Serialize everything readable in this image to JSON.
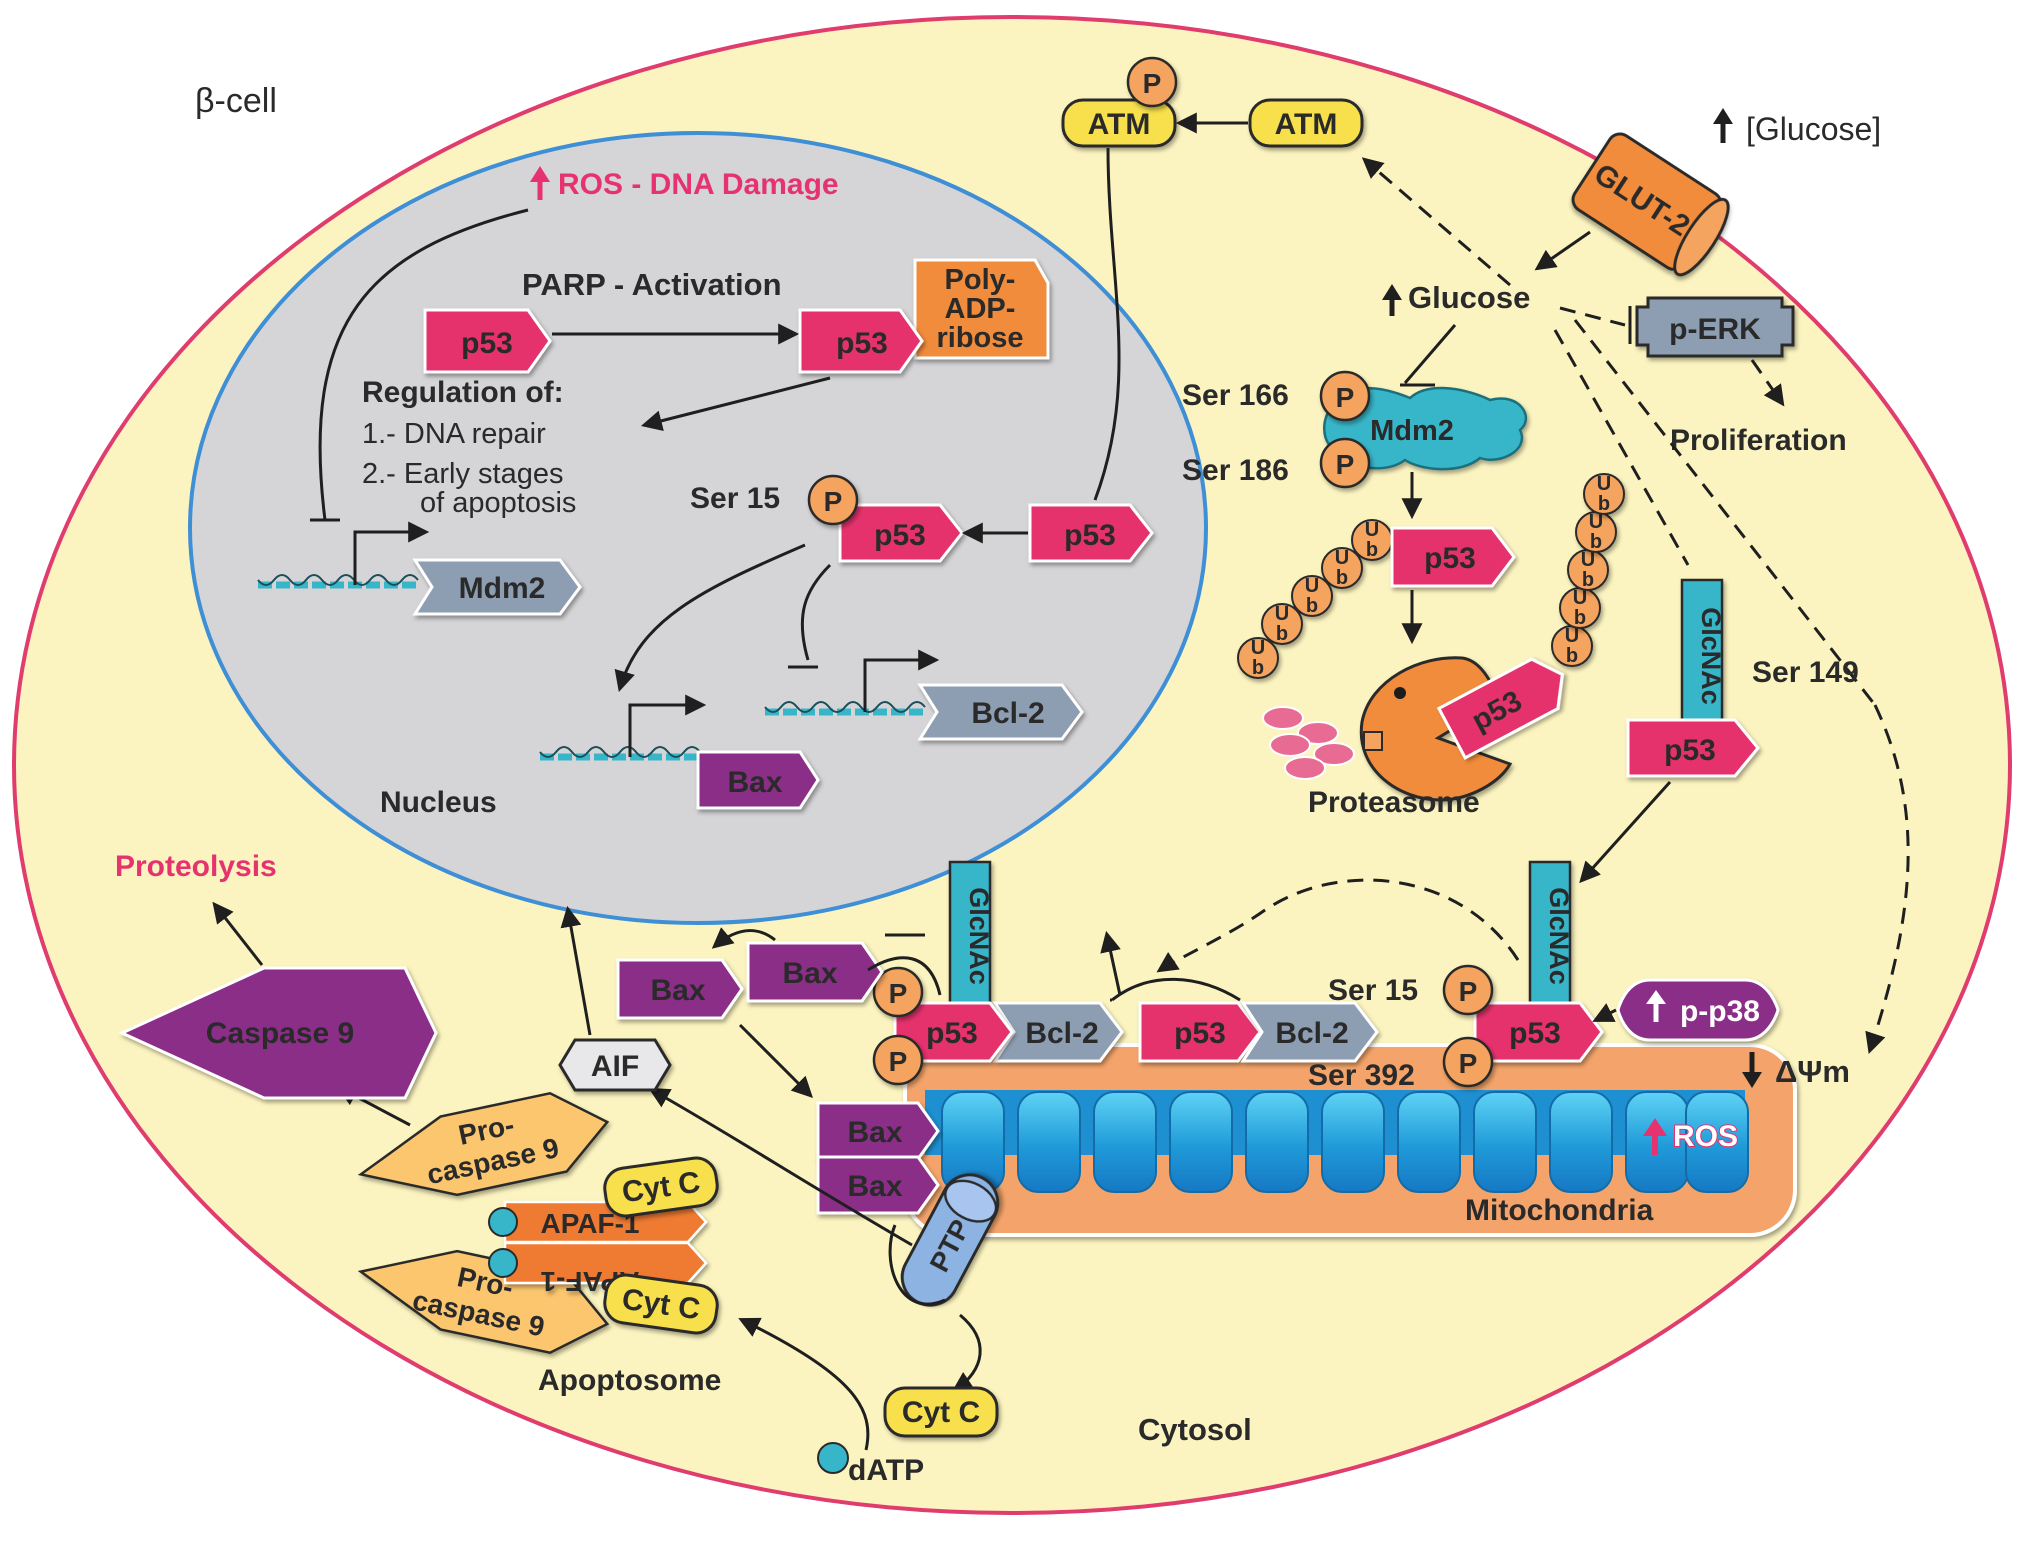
{
  "cell": {
    "label": "β-cell",
    "cytosol": "Cytosol"
  },
  "nucleus": {
    "label": "Nucleus",
    "ros_dna_damage": "ROS - DNA Damage",
    "parp": "PARP - Activation",
    "regulation": "Regulation of:",
    "reg_item_1": "1.- DNA repair",
    "reg_item_2a": "2.- Early stages",
    "reg_item_2b": "of apoptosis",
    "poly_1": "Poly-",
    "poly_2": "ADP-",
    "poly_3": "ribose",
    "ser15": "Ser 15",
    "mdm2_gene": "Mdm2",
    "bax_gene": "Bax",
    "bcl2_gene": "Bcl-2"
  },
  "proteins": {
    "p53": "p53",
    "p": "P",
    "atm": "ATM",
    "glut2": "GLUT-2",
    "perk": "p-ERK",
    "mdm2": "Mdm2",
    "glcnac": "GlcNAc",
    "bax": "Bax",
    "bcl2": "Bcl-2",
    "aif": "AIF",
    "caspase9": "Caspase 9",
    "procaspase_1": "Pro-",
    "procaspase_2": "caspase 9",
    "cytc": "Cyt C",
    "apaf1": "APAF-1",
    "ptp": "PTP",
    "pp38": "p-p38",
    "ub_u": "U",
    "ub_b": "b",
    "ros": "ROS"
  },
  "labels": {
    "glucose_ext": "[Glucose]",
    "glucose": "Glucose",
    "proliferation": "Proliferation",
    "ser166": "Ser 166",
    "ser186": "Ser 186",
    "ser149": "Ser 149",
    "ser15": "Ser 15",
    "ser392": "Ser 392",
    "proteasome": "Proteasome",
    "proteolysis": "Proteolysis",
    "apoptosome": "Apoptosome",
    "mitochondria": "Mitochondria",
    "dpsim": "ΔΨm",
    "datp": "dATP"
  },
  "colors": {
    "cell_fill": "#fcf4c0",
    "cell_border": "#e03c6e",
    "nucleus_fill": "#d5d5d7",
    "nucleus_border": "#3f8fd6",
    "p53": "#e5336d",
    "phospho": "#f4a45f",
    "atm": "#f7e04b",
    "grey_protein": "#8d9db2",
    "mdm2": "#38b6c9",
    "purple": "#8a2f87",
    "orange_box": "#f08c3a",
    "mito_fill": "#f4a46a",
    "mito_membrane": "#1e8fd0",
    "procaspase": "#fbc66e",
    "apaf": "#ef7a31",
    "ptp": "#8db3e3"
  },
  "icons": {
    "up_arrow": "up-arrow-icon",
    "down_arrow": "down-arrow-icon",
    "proteasome": "proteasome-icon",
    "dna": "dna-strand-icon"
  }
}
